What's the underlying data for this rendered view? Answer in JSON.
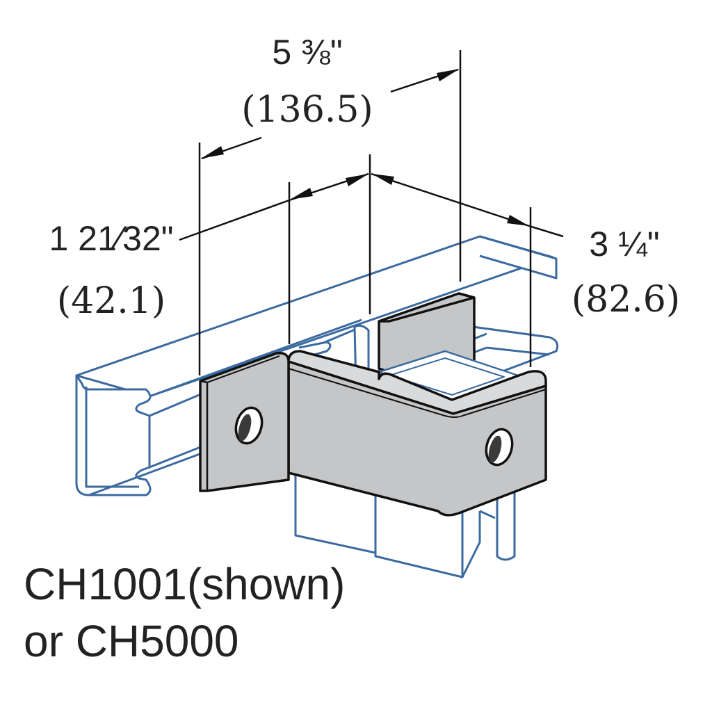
{
  "dimensions": {
    "overall": {
      "inches": "5 ⅜\"",
      "mm": "(136.5)"
    },
    "left_leg": {
      "inches": "1 21⁄32\"",
      "mm": "(42.1)"
    },
    "right_leg": {
      "inches": "3 ¼\"",
      "mm": "(82.6)"
    }
  },
  "caption": {
    "line1": "CH1001(shown)",
    "line2": "or CH5000"
  },
  "colors": {
    "channel_outline": "#3b6aa0",
    "bracket_face": "#c5c6c8",
    "bracket_top": "#d9dadb",
    "bracket_outline": "#111111",
    "dimension_lines": "#111111"
  }
}
